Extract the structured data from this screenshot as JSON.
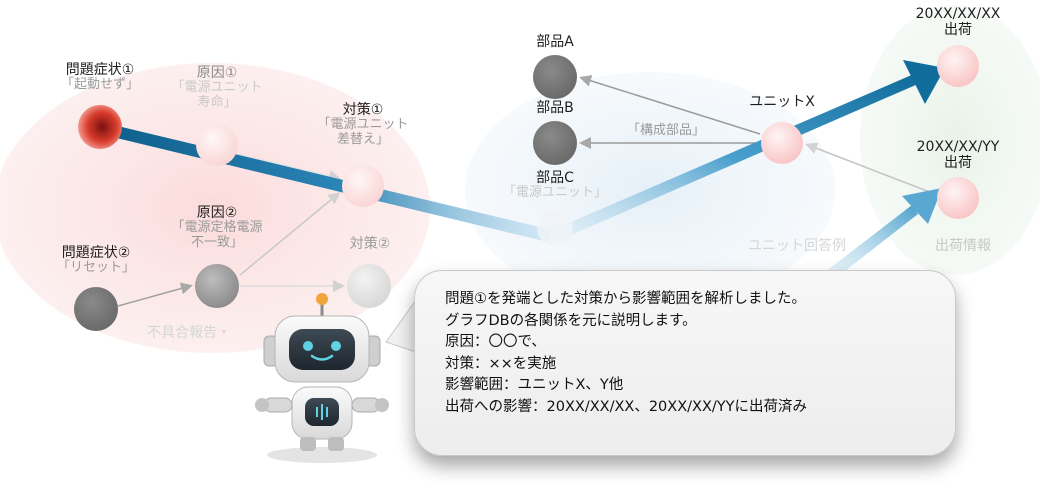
{
  "groups": {
    "defect_report": "不具合報告・",
    "unit_answer": "ユニット回答例",
    "shipping_info": "出荷情報"
  },
  "nodes": {
    "symptom1": {
      "title": "問題症状①",
      "sub": "「起動せず」"
    },
    "cause1": {
      "title": "原因①",
      "sub1": "「電源ユニット",
      "sub2": "寿命」"
    },
    "measure1": {
      "title": "対策①",
      "sub1": "「電源ユニット",
      "sub2": "差替え」"
    },
    "symptom2": {
      "title": "問題症状②",
      "sub": "「リセット」"
    },
    "cause2": {
      "title": "原因②",
      "sub1": "「電源定格電源",
      "sub2": "不一致」"
    },
    "measure2": {
      "title": "対策②"
    },
    "partA": {
      "title": "部品A"
    },
    "partB": {
      "title": "部品B"
    },
    "partC": {
      "title": "部品C",
      "sub": "「電源ユニット」"
    },
    "unitX": {
      "title": "ユニットX"
    },
    "ship1": {
      "title1": "20XX/XX/XX",
      "title2": "出荷"
    },
    "ship2": {
      "title1": "20XX/XX/YY",
      "title2": "出荷"
    }
  },
  "edge_labels": {
    "component": "「構成部品」"
  },
  "bubble_lines": [
    "問題①を発端とした対策から影響範囲を解析しました。",
    "グラフDBの各関係を元に説明します。",
    "原因：〇〇で、",
    "対策：××を実施",
    "影響範囲：ユニットX、Y他",
    "出荷への影響：20XX/XX/XX、20XX/XX/YYに出荷済み"
  ]
}
